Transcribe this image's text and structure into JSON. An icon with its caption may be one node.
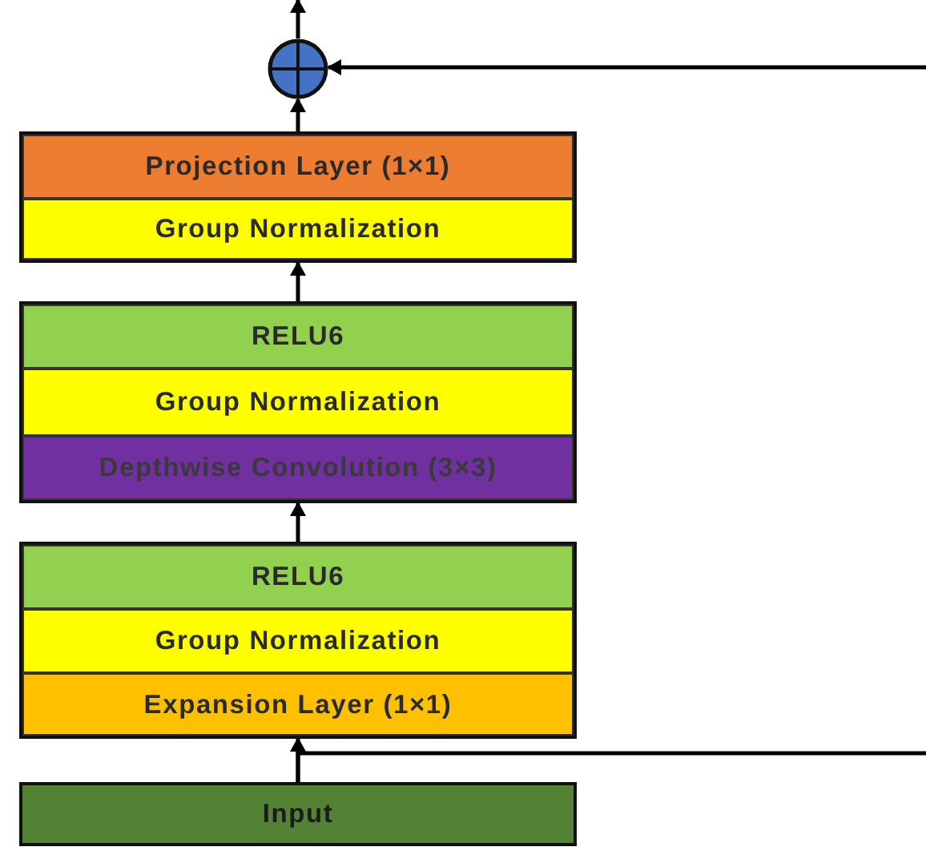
{
  "diagram": {
    "nodes": [
      {
        "text": [],
        "shape": "circle"
      },
      {
        "text": [],
        "shape": "box"
      },
      {
        "text": [
          "Projection Layer (1×1)"
        ],
        "in": 1
      },
      {
        "text": [
          "Group Normalization"
        ],
        "in": 1
      },
      {
        "text": [],
        "shape": "box"
      },
      {
        "text": [
          "RELU6"
        ],
        "in": 4
      },
      {
        "text": [
          "Group Normalization"
        ],
        "in": 4
      },
      {
        "text": [
          "Depthwise Convolution (3×3)"
        ],
        "in": 4
      },
      {
        "text": [],
        "shape": "box"
      },
      {
        "text": [
          "RELU6"
        ],
        "in": 8
      },
      {
        "text": [
          "Group Normalization"
        ],
        "in": 8
      },
      {
        "text": [
          "Expansion Layer (1×1)"
        ],
        "in": 8
      },
      {
        "text": [
          "Input"
        ]
      }
    ],
    "edges": [
      {
        "from": 12,
        "to": 8,
        "arrow": "to"
      },
      {
        "from": 8,
        "to": 4,
        "arrow": "to"
      },
      {
        "from": 4,
        "to": 1,
        "arrow": "to"
      },
      {
        "from": 1,
        "to": 0,
        "arrow": "to"
      },
      {
        "from": 0,
        "to": null,
        "arrow": "to"
      },
      {
        "from": null,
        "to": 0,
        "arrow": "to"
      },
      {
        "from": 12,
        "to": null,
        "arrow": "none"
      }
    ]
  }
}
